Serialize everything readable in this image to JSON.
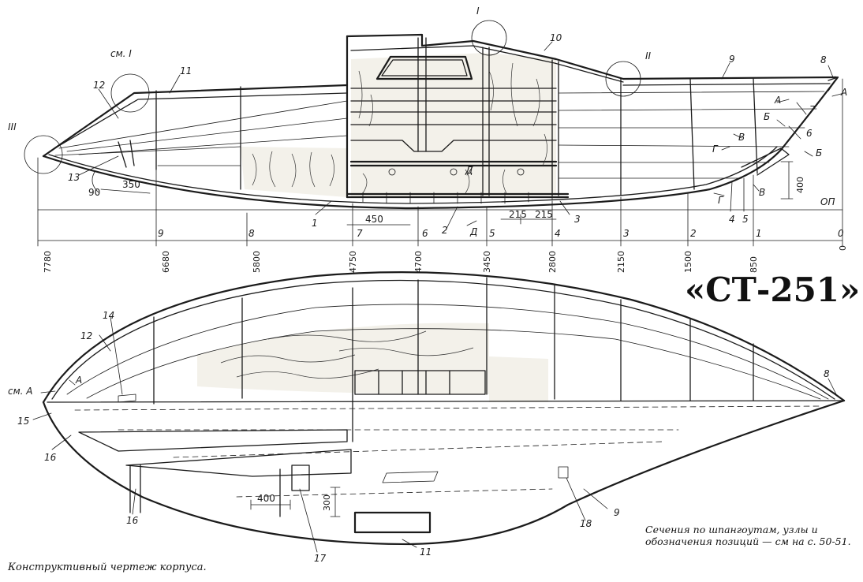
{
  "title": "«СТ-251»",
  "caption": "Конструктивный чертеж корпуса.",
  "note": "Сечения по шпангоутам, узлы и обозначения позиций — см на с. 50-51.",
  "side_view": {
    "detail_refs": [
      "см. I",
      "I",
      "II",
      "III"
    ],
    "frame_numbers": [
      "9",
      "8",
      "7",
      "6",
      "5",
      "4",
      "3",
      "2",
      "1",
      "0"
    ],
    "frame_offsets": [
      "7780",
      "6680",
      "5800",
      "4750",
      "4700",
      "3450",
      "2800",
      "2150",
      "1500",
      "850",
      "0"
    ],
    "dimensions": [
      "350",
      "90",
      "450",
      "215",
      "215",
      "400"
    ],
    "baseline_label": "ОП",
    "section_marks": [
      "А",
      "А",
      "Б",
      "Б",
      "В",
      "В",
      "Г",
      "Г",
      "Д",
      "Д"
    ],
    "part_numbers": [
      "1",
      "2",
      "3",
      "4",
      "5",
      "6",
      "7",
      "8",
      "9",
      "10",
      "11",
      "12",
      "13"
    ]
  },
  "plan_view": {
    "detail_ref": "см. А",
    "section_mark": "А",
    "dimensions": [
      "400",
      "300"
    ],
    "part_numbers": [
      "8",
      "9",
      "11",
      "12",
      "14",
      "15",
      "16",
      "16",
      "17",
      "18"
    ]
  }
}
